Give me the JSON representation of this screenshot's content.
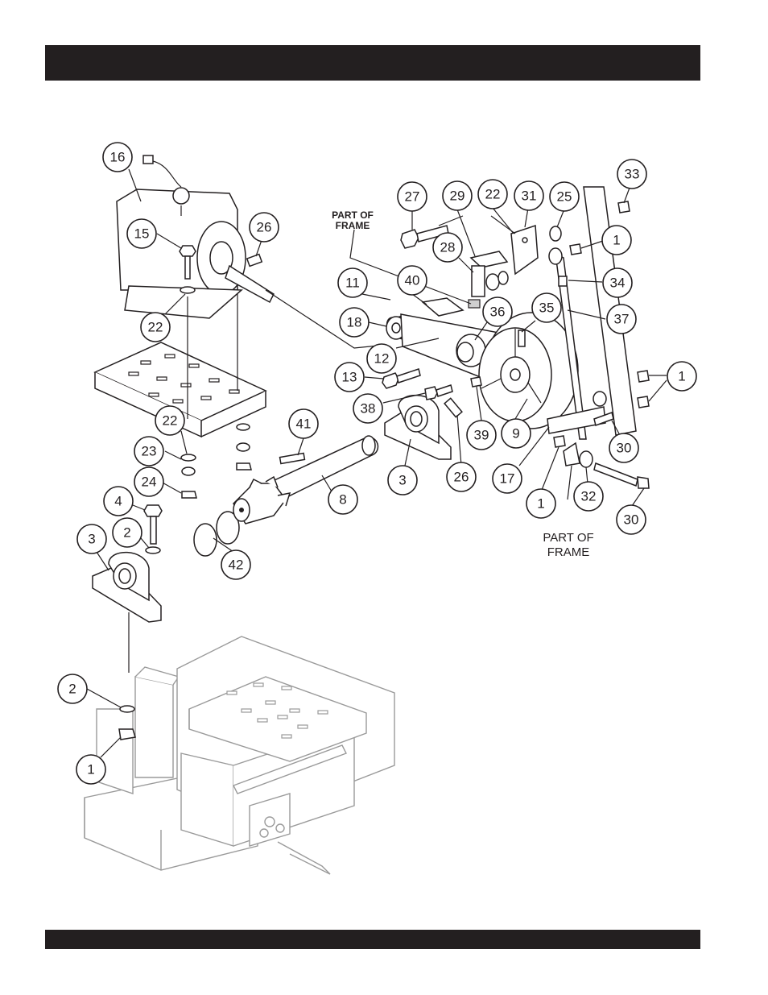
{
  "header": {
    "title": ""
  },
  "footer": {
    "text": ""
  },
  "frame_labels": {
    "top": [
      "PART OF",
      "FRAME"
    ],
    "bottom": [
      "PART OF",
      "FRAME"
    ]
  },
  "callouts": [
    {
      "id": "c16",
      "label": "16"
    },
    {
      "id": "c15",
      "label": "15"
    },
    {
      "id": "c26a",
      "label": "26"
    },
    {
      "id": "c22a",
      "label": "22"
    },
    {
      "id": "c22b",
      "label": "22"
    },
    {
      "id": "c23",
      "label": "23"
    },
    {
      "id": "c24",
      "label": "24"
    },
    {
      "id": "c4",
      "label": "4"
    },
    {
      "id": "c2a",
      "label": "2"
    },
    {
      "id": "c3a",
      "label": "3"
    },
    {
      "id": "c42",
      "label": "42"
    },
    {
      "id": "c41",
      "label": "41"
    },
    {
      "id": "c8",
      "label": "8"
    },
    {
      "id": "c3b",
      "label": "3"
    },
    {
      "id": "c26b",
      "label": "26"
    },
    {
      "id": "c2b",
      "label": "2"
    },
    {
      "id": "c1a",
      "label": "1"
    },
    {
      "id": "c27",
      "label": "27"
    },
    {
      "id": "c29",
      "label": "29"
    },
    {
      "id": "c22c",
      "label": "22"
    },
    {
      "id": "c31",
      "label": "31"
    },
    {
      "id": "c25",
      "label": "25"
    },
    {
      "id": "c33",
      "label": "33"
    },
    {
      "id": "c28",
      "label": "28"
    },
    {
      "id": "c1b",
      "label": "1"
    },
    {
      "id": "c11",
      "label": "11"
    },
    {
      "id": "c40",
      "label": "40"
    },
    {
      "id": "c34",
      "label": "34"
    },
    {
      "id": "c18",
      "label": "18"
    },
    {
      "id": "c36",
      "label": "36"
    },
    {
      "id": "c35",
      "label": "35"
    },
    {
      "id": "c37",
      "label": "37"
    },
    {
      "id": "c12",
      "label": "12"
    },
    {
      "id": "c13",
      "label": "13"
    },
    {
      "id": "c1c",
      "label": "1"
    },
    {
      "id": "c38",
      "label": "38"
    },
    {
      "id": "c39",
      "label": "39"
    },
    {
      "id": "c9",
      "label": "9"
    },
    {
      "id": "c30a",
      "label": "30"
    },
    {
      "id": "c17",
      "label": "17"
    },
    {
      "id": "c1d",
      "label": "1"
    },
    {
      "id": "c32",
      "label": "32"
    },
    {
      "id": "c30b",
      "label": "30"
    }
  ]
}
